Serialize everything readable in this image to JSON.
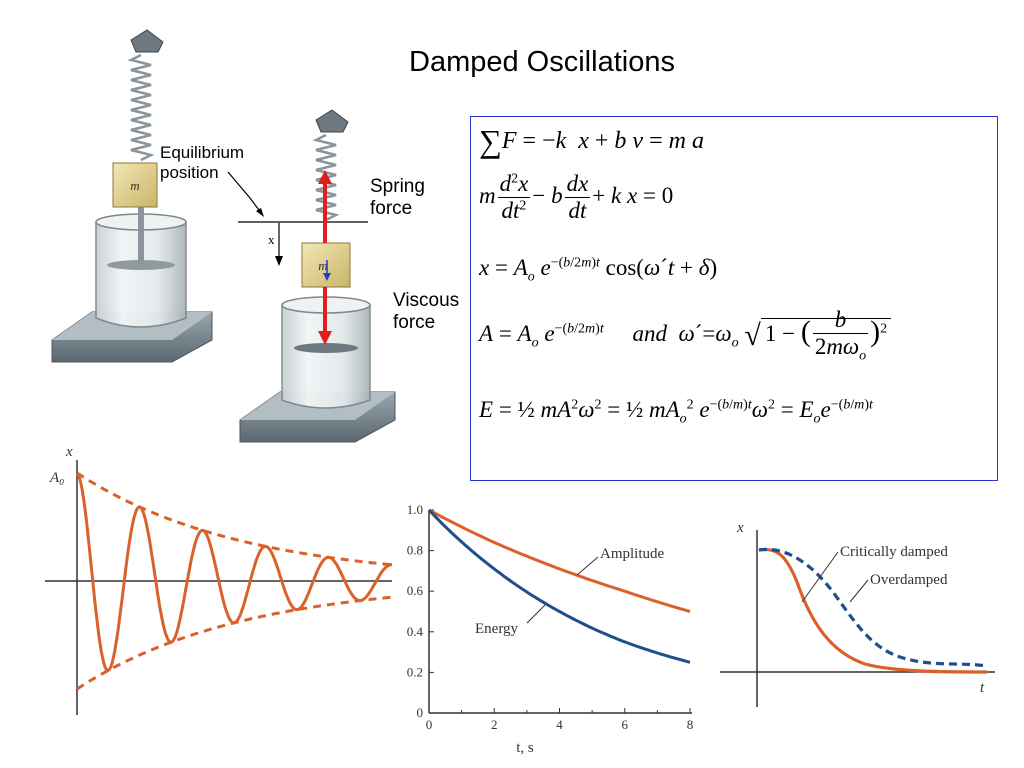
{
  "title": "Damped Oscillations",
  "apparatus": {
    "mass_label": "m",
    "equilibrium_label_line1": "Equilibrium",
    "equilibrium_label_line2": "position",
    "displacement_label": "x",
    "spring_force_line1": "Spring",
    "spring_force_line2": "force",
    "viscous_force_line1": "Viscous",
    "viscous_force_line2": "force"
  },
  "equations": {
    "eq1": "∑F = −k x + b v = m a",
    "eq2": "m d²x/dt² − b dx/dt + k x = 0",
    "eq3": "x = A_o e^−(b/2m)t cos(ω´t + δ)",
    "eq4": "A = A_o e^−(b/2m)t   and   ω´=ω_o √(1 − (b/2mω_o)²)",
    "eq5": "E = ½ mA²ω² = ½ mA_o² e^−(b/m)t ω² = E_o e^−(b/m)t"
  },
  "colors": {
    "curve_orange": "#d9622b",
    "curve_blue": "#1f4e8c",
    "force_arrow_red": "#e02020",
    "box_border": "#2233cc"
  },
  "graphs": {
    "oscillation": {
      "y_axis_label": "x",
      "amplitude_label": "A₀"
    },
    "decay": {
      "x_axis_label": "t, s",
      "x_ticks": [
        "0",
        "2",
        "4",
        "6",
        "8"
      ],
      "y_ticks": [
        "0",
        "0.2",
        "0.4",
        "0.6",
        "0.8",
        "1.0"
      ],
      "series_amplitude": "Amplitude",
      "series_energy": "Energy"
    },
    "damping": {
      "y_axis_label": "x",
      "x_axis_label": "t",
      "series_critical": "Critically damped",
      "series_over": "Overdamped"
    }
  },
  "chart_data": {
    "type": "line",
    "x": [
      0,
      2,
      4,
      6,
      8
    ],
    "xlim": [
      0,
      8
    ],
    "ylim": [
      0,
      1.0
    ],
    "series": [
      {
        "name": "Amplitude",
        "values": [
          1.0,
          0.84,
          0.71,
          0.6,
          0.5
        ]
      },
      {
        "name": "Energy",
        "values": [
          1.0,
          0.71,
          0.5,
          0.35,
          0.25
        ]
      }
    ]
  }
}
